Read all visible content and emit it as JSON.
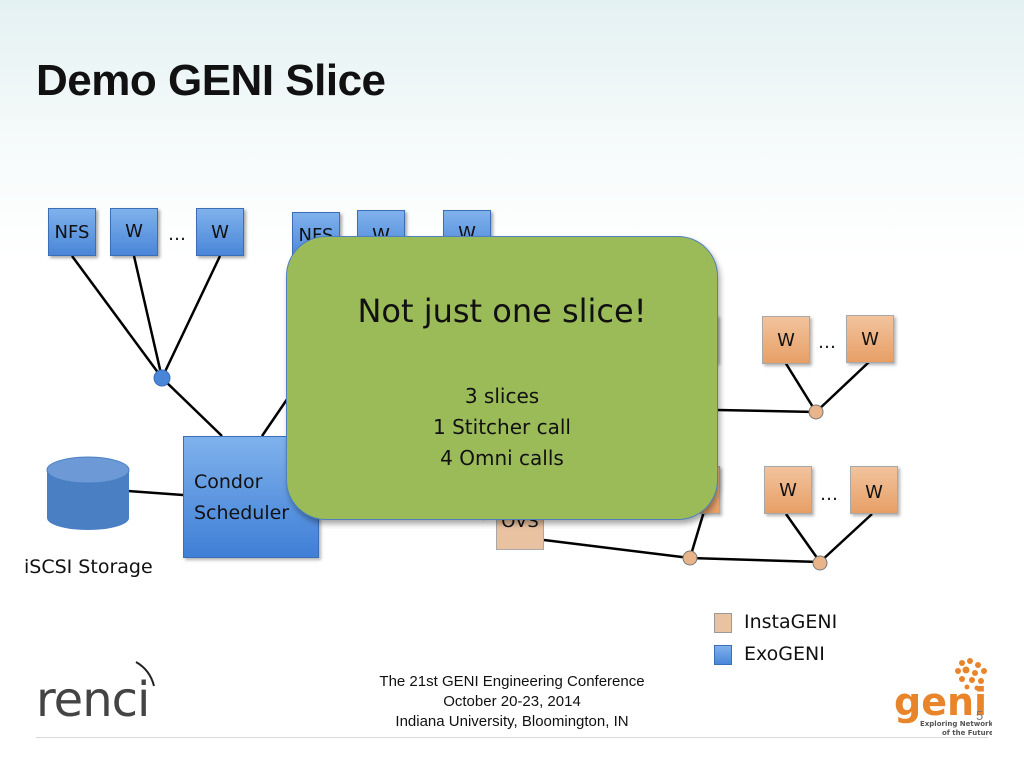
{
  "slide": {
    "title": "Demo GENI Slice",
    "page_number": "5"
  },
  "nodes": {
    "nfs_left": "NFS",
    "w_left_1": "W",
    "w_left_2": "W",
    "nfs_mid_partial": "NFS",
    "w_mid_1_partial": "W",
    "w_mid_2_partial": "W",
    "w_right_top_1": "W",
    "w_right_top_2": "W",
    "w_right_bot_1": "W",
    "w_right_bot_2": "W",
    "ellipsis": "…",
    "condor_line1": "Condor",
    "condor_line2": "Scheduler",
    "ovs": "OVS",
    "storage_label": "iSCSI Storage"
  },
  "popup": {
    "heading": "Not just one slice!",
    "line1": "3 slices",
    "line2": "1 Stitcher call",
    "line3": "4 Omni calls"
  },
  "legend": {
    "insta": "InstaGENI",
    "exo": "ExoGENI",
    "insta_color": "#e9c2a1",
    "exo_color": "#4a86d8"
  },
  "footer": {
    "line1": "The 21st GENI Engineering Conference",
    "line2": "October 20-23, 2014",
    "line3": "Indiana University, Bloomington, IN"
  },
  "logos": {
    "renci": "renci",
    "geni": "geni",
    "geni_tag1": "Exploring Networks",
    "geni_tag2": "of the Future"
  },
  "colors": {
    "popup_fill": "#9bbb59",
    "popup_border": "#4f81bd",
    "geni_orange": "#e8852a"
  }
}
